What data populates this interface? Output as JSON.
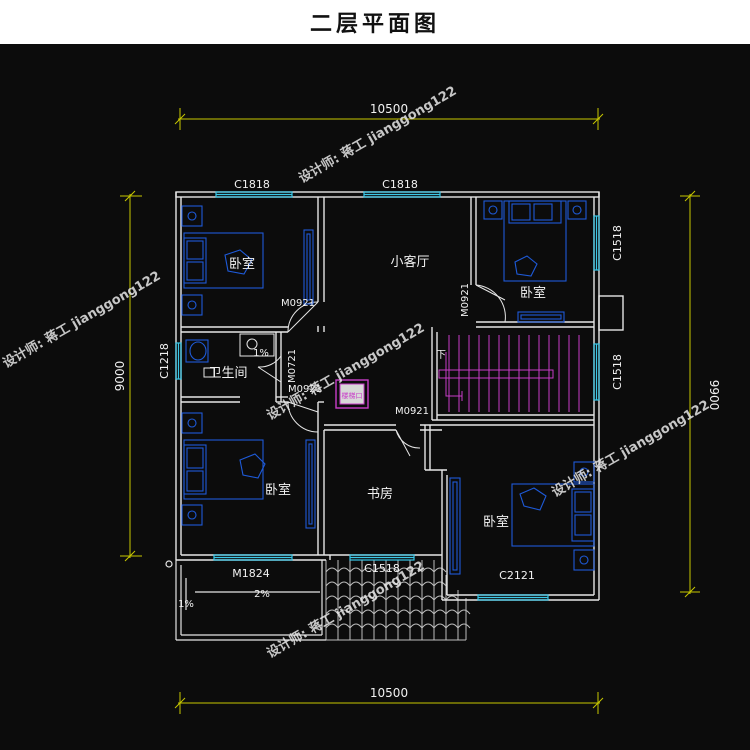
{
  "title": "二层平面图",
  "dimensions": {
    "top_total": "10500",
    "bottom_total": "10500",
    "left_total": "9000",
    "right_total": "9900"
  },
  "windows": {
    "top_left": "C1818",
    "top_mid": "C1818",
    "right_upper": "C1518",
    "right_mid": "C1518",
    "left_mid": "C1218",
    "bottom_mid": "C1518",
    "bottom_right": "C2121",
    "balcony_door": "M1824"
  },
  "doors": {
    "bedroom_nw": "M0921",
    "bedroom_ne": "M0921",
    "bathroom_a": "M0721",
    "bathroom_b": "M0921",
    "study": "M0921"
  },
  "rooms": {
    "bedroom_nw": "卧室",
    "living": "小客厅",
    "bedroom_ne": "卧室",
    "bathroom": "卫生间",
    "bedroom_sw": "卧室",
    "study": "书房",
    "bedroom_se": "卧室"
  },
  "marks": {
    "slope_bath": "1%",
    "slope_balcony_a": "1%",
    "slope_balcony_b": "2%",
    "stair_down": "下",
    "box_label": "楼梯口"
  },
  "watermark": "设计师: 蒋工 jianggong122",
  "colors": {
    "wall": "#e6e6e6",
    "dim": "#c8c800",
    "window": "#38c8e8",
    "furniture": "#1e5ad8",
    "stair": "#c83cc8",
    "text": "#f2f2f2"
  }
}
